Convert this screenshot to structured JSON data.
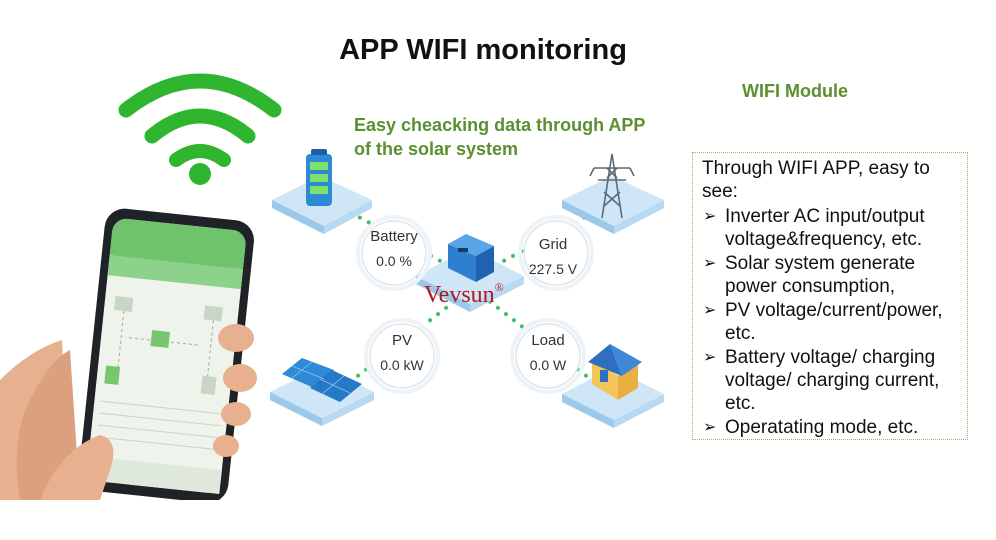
{
  "header": {
    "title": "APP WIFI monitoring",
    "module_label": "WIFI Module",
    "subtitle": "Easy cheacking data through APP of the solar system"
  },
  "info_box": {
    "intro": "Through WIFI APP, easy to see:",
    "items": [
      "Inverter AC input/output voltage&frequency, etc.",
      "Solar system generate power consumption,",
      "PV voltage/current/power, etc.",
      "Battery voltage/ charging voltage/ charging current, etc.",
      "Operatating mode, etc."
    ]
  },
  "diagram": {
    "battery": {
      "label": "Battery",
      "value": "0.0 %"
    },
    "grid": {
      "label": "Grid",
      "value": "227.5 V"
    },
    "pv": {
      "label": "PV",
      "value": "0.0 kW"
    },
    "load": {
      "label": "Load",
      "value": "0.0 W"
    }
  },
  "brand": {
    "name": "Vevsun",
    "mark": "®"
  },
  "colors": {
    "wifi_green": "#2fb52f",
    "text_green": "#5b8f2f",
    "brand_red": "#b0191e",
    "tile_blue": "#cfe6f7",
    "connector_green": "#3cc16a"
  },
  "icons": [
    "wifi-icon",
    "smartphone-icon",
    "battery-icon",
    "transmission-tower-icon",
    "solar-panel-icon",
    "house-icon",
    "inverter-icon"
  ]
}
